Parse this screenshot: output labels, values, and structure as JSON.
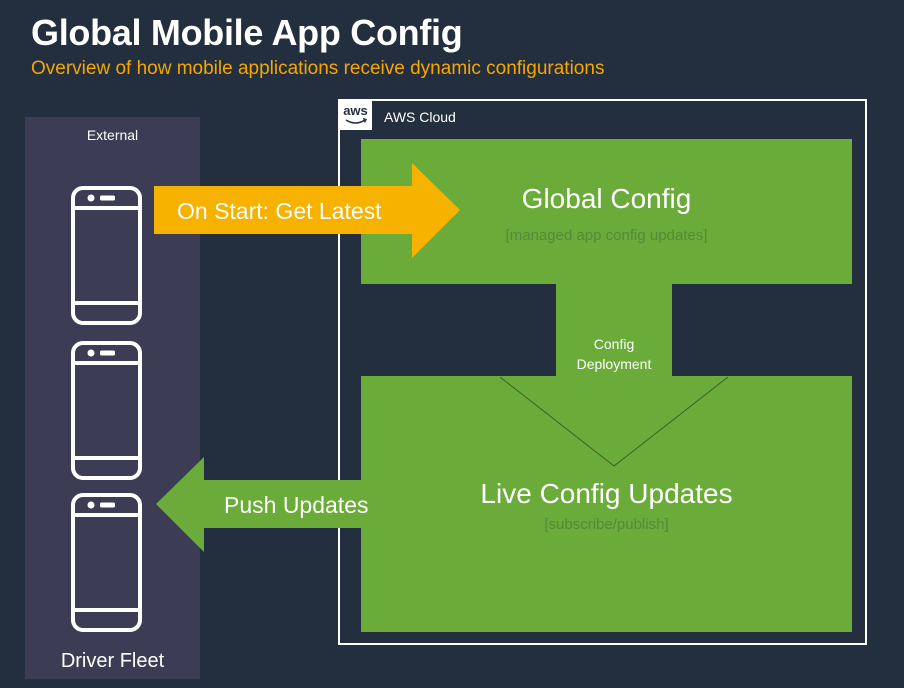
{
  "header": {
    "title": "Global Mobile App Config",
    "subtitle": "Overview of how mobile applications receive dynamic configurations"
  },
  "external": {
    "label": "External",
    "fleet_label": "Driver Fleet"
  },
  "aws": {
    "logo_text": "aws",
    "cloud_label": "AWS Cloud"
  },
  "global_config": {
    "title": "Global Config",
    "subtitle": "[managed app config updates]"
  },
  "deployment": {
    "line1": "Config",
    "line2": "Deployment"
  },
  "live_config": {
    "title": "Live Config Updates",
    "subtitle": "[subscribe/publish]"
  },
  "arrows": {
    "get_latest": "On Start: Get Latest",
    "push_updates": "Push Updates"
  },
  "colors": {
    "background": "#232f3e",
    "title": "#ffffff",
    "subtitle": "#f7a600",
    "external_panel": "#3c3c55",
    "green": "#6aab39",
    "orange_arrow": "#f7b200"
  }
}
